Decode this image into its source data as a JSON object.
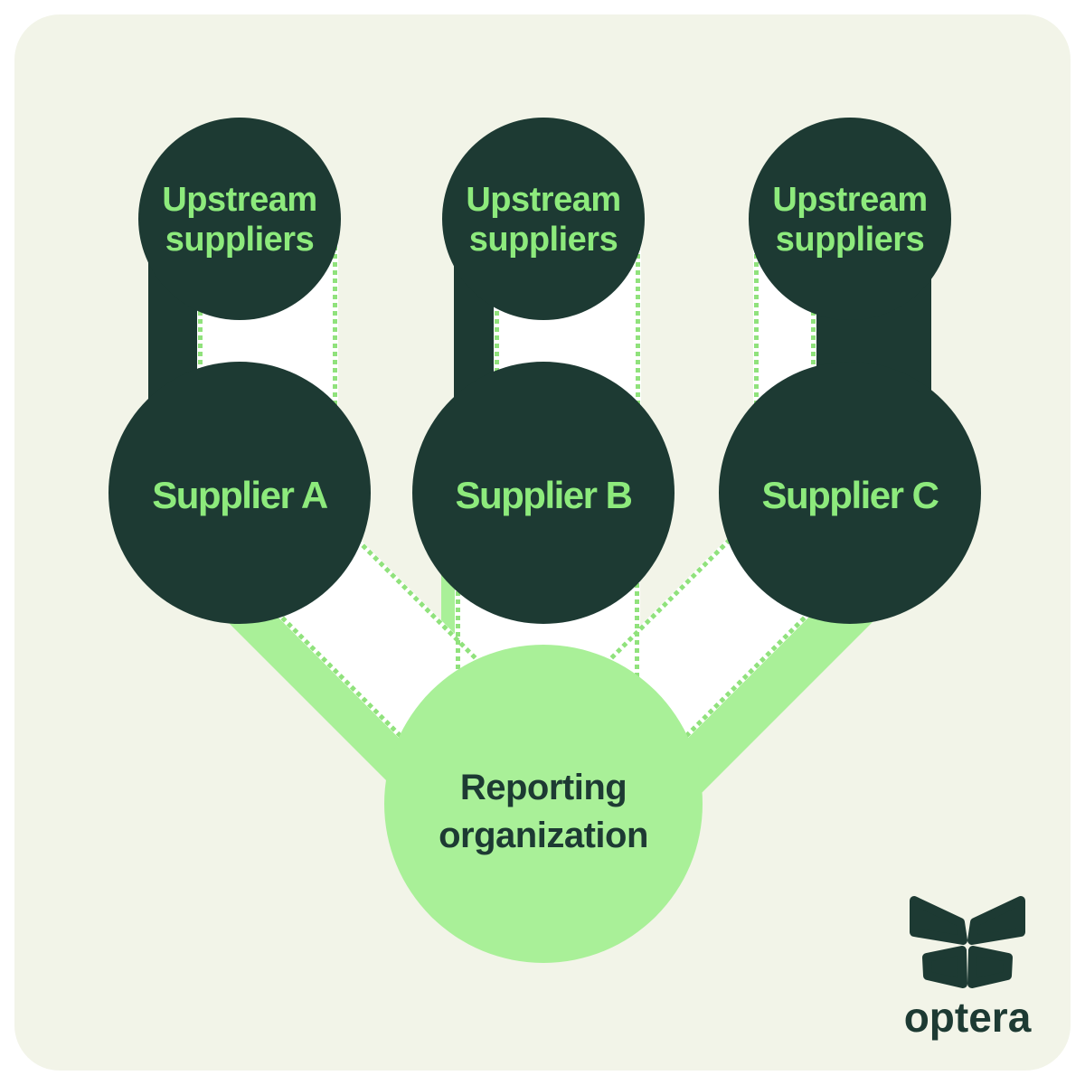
{
  "surface": {
    "page_background": "#ffffff",
    "card_background": "#f2f4e8",
    "card_corner_radius": 50
  },
  "colors": {
    "dark": "#1d3a33",
    "green": "#a9f098",
    "dot": "#90e27c",
    "label": "#8dea7c",
    "cream": "#f2f4e8",
    "white": "#ffffff"
  },
  "nodes": {
    "upstream_a": {
      "line1": "Upstream",
      "line2": "suppliers"
    },
    "upstream_b": {
      "line1": "Upstream",
      "line2": "suppliers"
    },
    "upstream_c": {
      "line1": "Upstream",
      "line2": "suppliers"
    },
    "supplier_a": {
      "label": "Supplier A"
    },
    "supplier_b": {
      "label": "Supplier B"
    },
    "supplier_c": {
      "label": "Supplier C"
    },
    "reporting": {
      "line1": "Reporting",
      "line2": "organization"
    }
  },
  "brand": {
    "wordmark": "optera",
    "logo_icon": "butterfly-icon"
  }
}
